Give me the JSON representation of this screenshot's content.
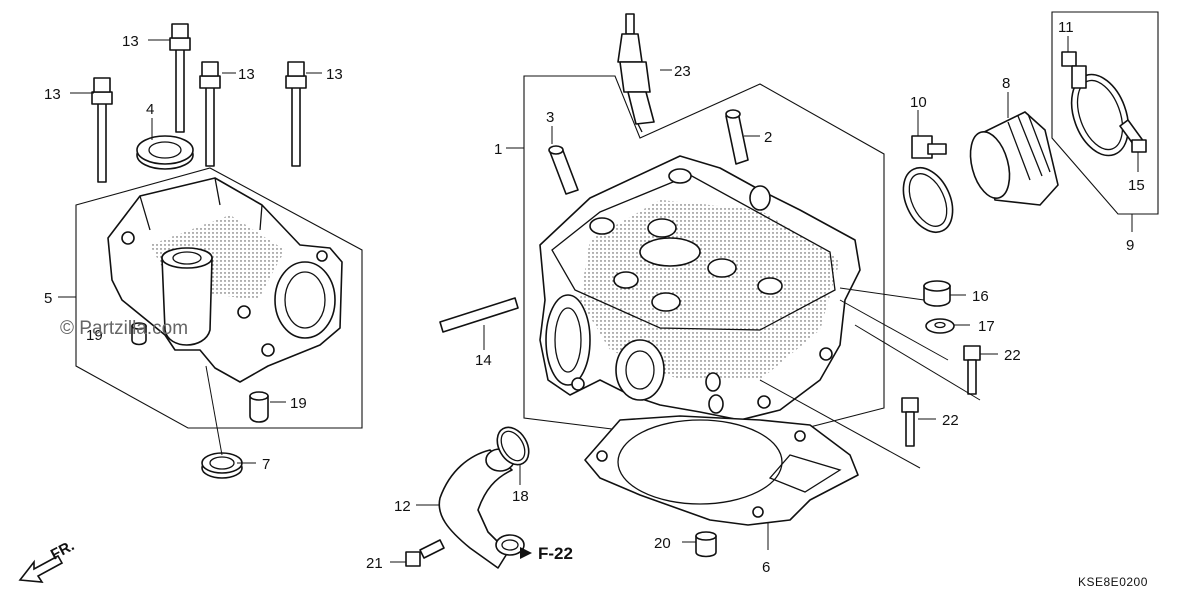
{
  "callouts": {
    "c1": "1",
    "c2": "2",
    "c3": "3",
    "c4": "4",
    "c5": "5",
    "c6": "6",
    "c7": "7",
    "c8": "8",
    "c9": "9",
    "c10": "10",
    "c11": "11",
    "c12": "12",
    "c13a": "13",
    "c13b": "13",
    "c13c": "13",
    "c13d": "13",
    "c14": "14",
    "c15": "15",
    "c16": "16",
    "c17": "17",
    "c18": "18",
    "c19a": "19",
    "c19b": "19",
    "c20": "20",
    "c21": "21",
    "c22a": "22",
    "c22b": "22",
    "c23": "23"
  },
  "figure_ref": "F-22",
  "direction_label": "FR.",
  "watermark": "© Partzilla.com",
  "diagram_code": "KSE8E0200"
}
